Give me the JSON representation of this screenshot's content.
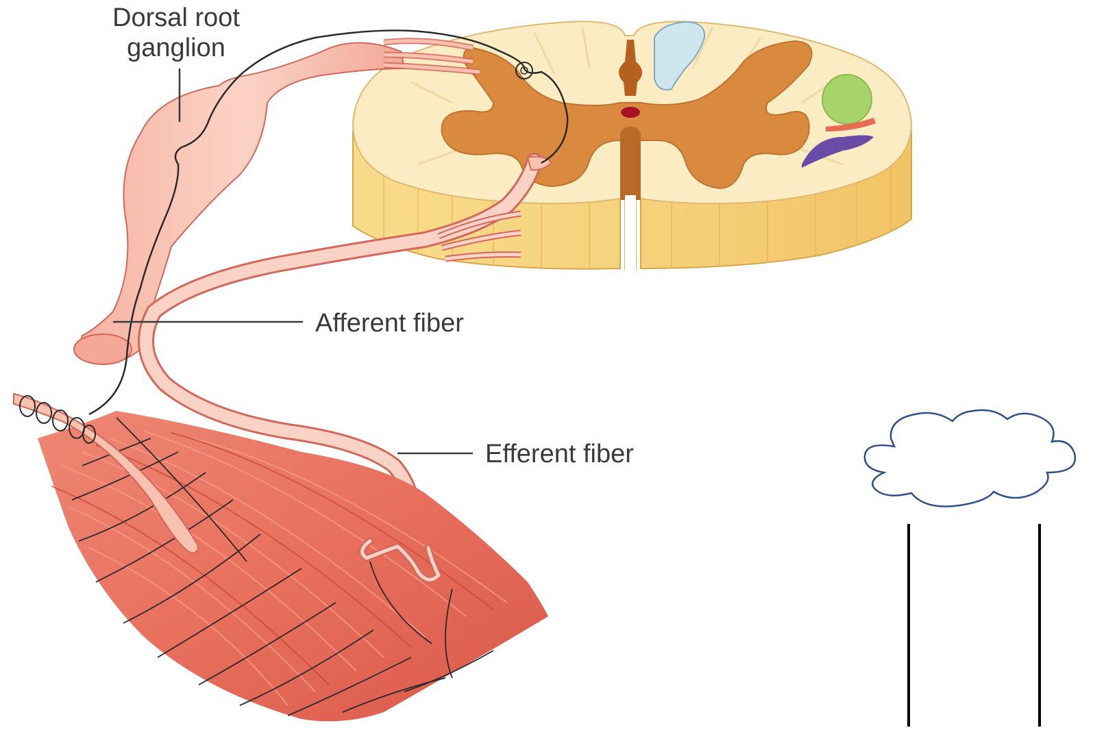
{
  "diagram": {
    "labels": {
      "dorsal_root_ganglion_line1": "Dorsal root",
      "dorsal_root_ganglion_line2": "ganglion",
      "afferent_fiber": "Afferent fiber",
      "efferent_fiber": "Efferent fiber"
    },
    "colors": {
      "white_matter": "#fbecc4",
      "white_matter_side": "#f6d27c",
      "gray_matter": "#d98a3f",
      "central_canal": "#a8102a",
      "nerve_fill": "#f8c1b0",
      "nerve_stroke": "#d2685a",
      "muscle": "#e8705d",
      "muscle_dark": "#c9453a",
      "tract_blue": "#cfe6ef",
      "tract_green": "#a8d36a",
      "tract_red": "#e86a50",
      "tract_purple": "#6a4ca8",
      "cloud_stroke": "#2f4f8a",
      "leader_line": "#3a3a3a"
    }
  }
}
